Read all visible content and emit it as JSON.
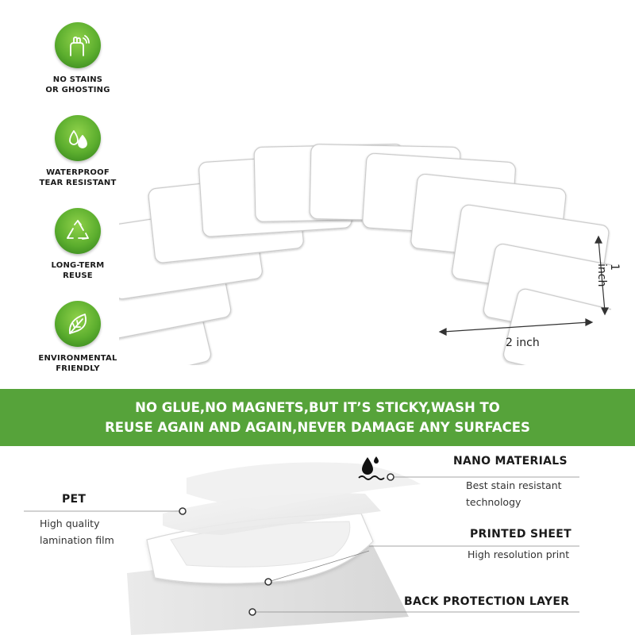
{
  "features": [
    {
      "icon": "wiping-hand-icon",
      "label_lines": [
        "NO STAINS",
        "OR GHOSTING"
      ]
    },
    {
      "icon": "water-drops-icon",
      "label_lines": [
        "WATERPROOF",
        "TEAR RESISTANT"
      ]
    },
    {
      "icon": "recycle-icon",
      "label_lines": [
        "LONG-TERM",
        "REUSE"
      ]
    },
    {
      "icon": "leaf-icon",
      "label_lines": [
        "ENVIRONMENTAL",
        "FRIENDLY"
      ]
    }
  ],
  "dimensions": {
    "width": "2 inch",
    "height": "1 inch"
  },
  "banner": {
    "line1": "NO GLUE,NO MAGNETS,BUT IT’S STICKY,WASH TO",
    "line2": "REUSE AGAIN AND AGAIN,NEVER DAMAGE ANY SURFACES"
  },
  "layers": {
    "nano": {
      "title": "NANO MATERIALS",
      "desc_lines": [
        "Best stain resistant",
        "technology"
      ],
      "icon": "water-drop-waves-icon"
    },
    "pet": {
      "title": "PET",
      "desc_lines": [
        "High quality",
        "lamination film"
      ]
    },
    "printed": {
      "title": "PRINTED SHEET",
      "desc_lines": [
        "High resolution print"
      ]
    },
    "back": {
      "title": "BACK PROTECTION LAYER"
    }
  },
  "colors": {
    "brand_green": "#56a33a",
    "icon_green": "#5cae2e"
  }
}
